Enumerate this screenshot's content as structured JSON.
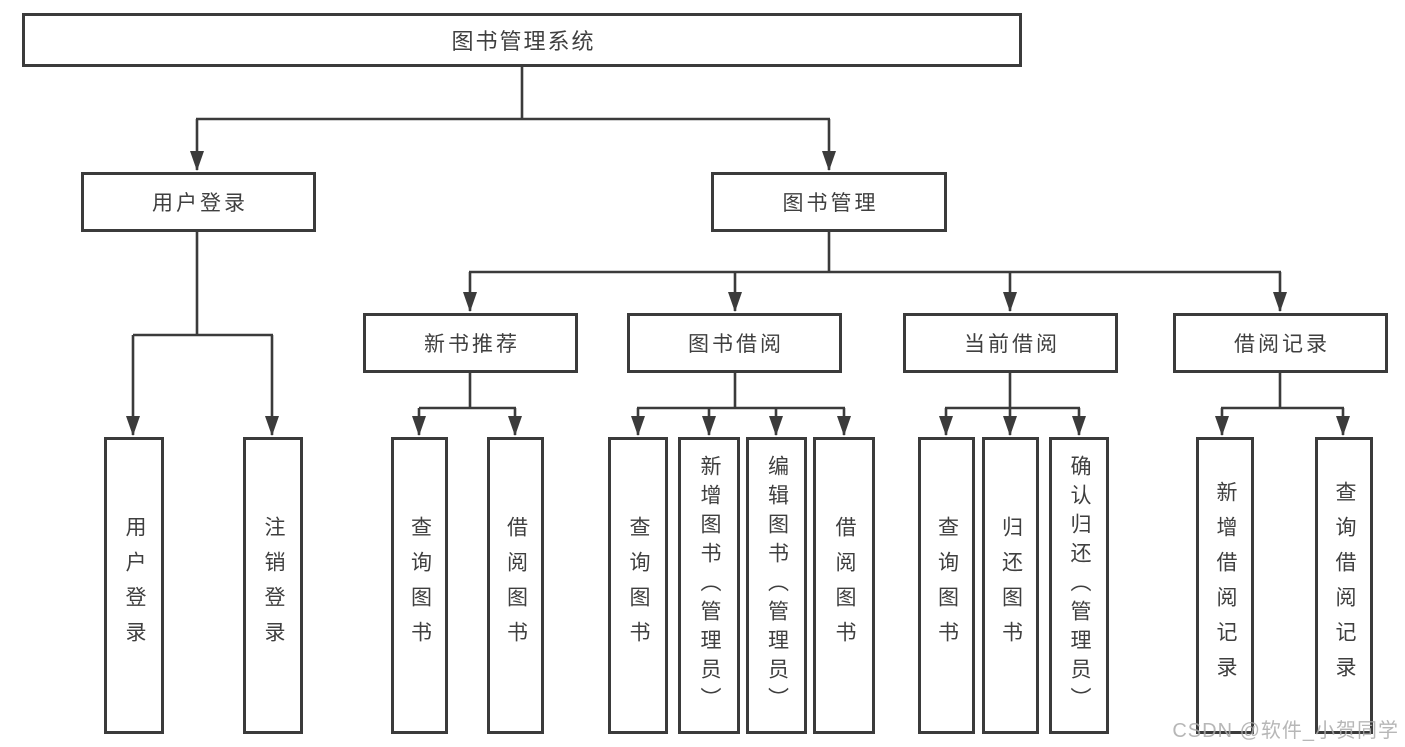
{
  "tree": {
    "root": {
      "label": "图书管理系统",
      "children": [
        {
          "label": "用户登录",
          "children": [
            {
              "label": "用户登录"
            },
            {
              "label": "注销登录"
            }
          ]
        },
        {
          "label": "图书管理",
          "children": [
            {
              "label": "新书推荐",
              "children": [
                {
                  "label": "查询图书"
                },
                {
                  "label": "借阅图书"
                }
              ]
            },
            {
              "label": "图书借阅",
              "children": [
                {
                  "label": "查询图书"
                },
                {
                  "label": "新增图书（管理员）"
                },
                {
                  "label": "编辑图书（管理员）"
                },
                {
                  "label": "借阅图书"
                }
              ]
            },
            {
              "label": "当前借阅",
              "children": [
                {
                  "label": "查询图书"
                },
                {
                  "label": "归还图书"
                },
                {
                  "label": "确认归还（管理员）"
                }
              ]
            },
            {
              "label": "借阅记录",
              "children": [
                {
                  "label": "新增借阅记录"
                },
                {
                  "label": "查询借阅记录"
                }
              ]
            }
          ]
        }
      ]
    }
  },
  "watermark": {
    "text": "CSDN @软件_小贺同学"
  },
  "colors": {
    "line": "#3b3b3b",
    "box_border": "#3b3b3b",
    "text": "#3f3f3f",
    "background": "#ffffff",
    "watermark": "#aaaaaa"
  }
}
